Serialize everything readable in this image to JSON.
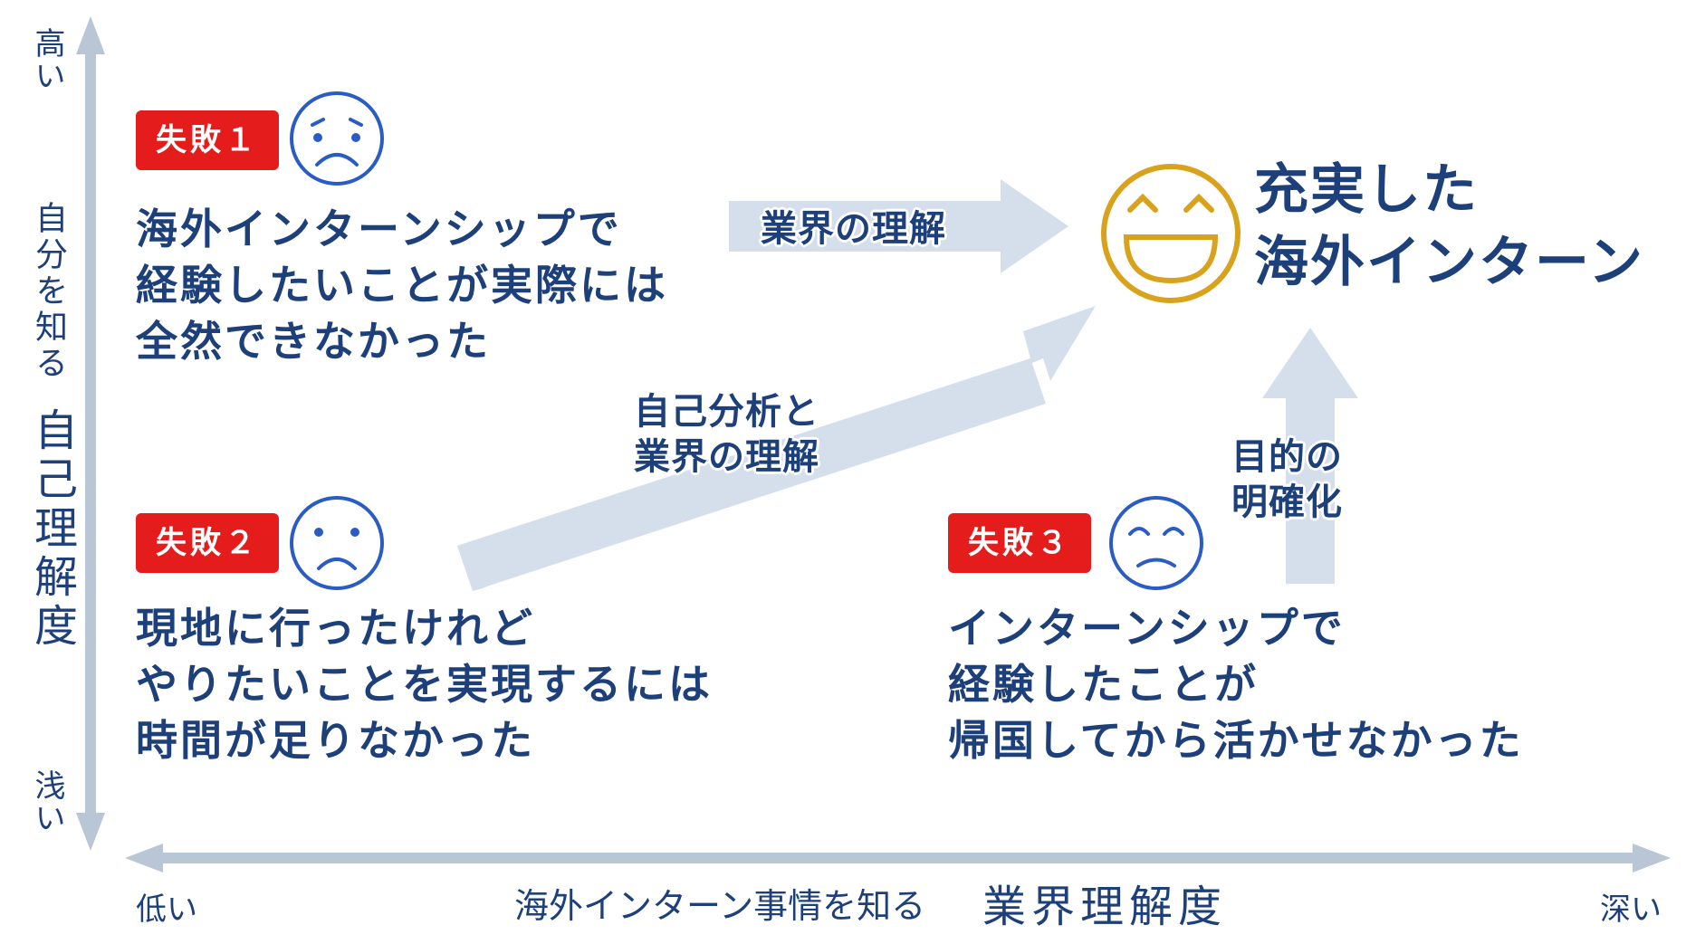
{
  "y_axis": {
    "high": "高い",
    "low": "浅い",
    "prefix": "自分を知る",
    "title": "自己理解度"
  },
  "x_axis": {
    "low": "低い",
    "high": "深い",
    "prefix": "海外インターン事情を知る",
    "title": "業界理解度"
  },
  "failures": [
    {
      "badge": "失敗１",
      "text": "海外インターンシップで\n経験したいことが実際には\n全然できなかった"
    },
    {
      "badge": "失敗２",
      "text": "現地に行ったけれど\nやりたいことを実現するには\n時間が足りなかった"
    },
    {
      "badge": "失敗３",
      "text": "インターンシップで\n経験したことが\n帰国してから活かせなかった"
    }
  ],
  "goal": {
    "text": "充実した\n海外インターン"
  },
  "arrows": {
    "industry": "業界の理解",
    "both": "自己分析と\n業界の理解",
    "purpose": "目的の\n明確化"
  },
  "colors": {
    "navy": "#1d3f7a",
    "blue": "#2a5cc4",
    "red": "#e51c1c",
    "gold": "#d9a21c",
    "arrow_fill": "#d5dfeb",
    "axis": "#b9c6d6"
  }
}
